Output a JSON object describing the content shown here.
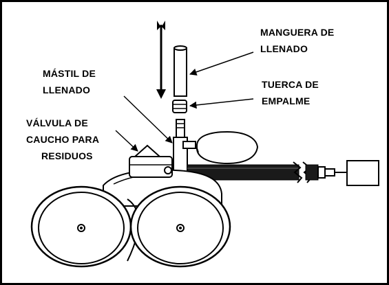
{
  "labels": {
    "fill_hose_line1": "MANGUERA DE",
    "fill_hose_line2": "LLENADO",
    "fill_mast_line1": "MÁSTIL DE",
    "fill_mast_line2": "LLENADO",
    "nut_line1": "TUERCA DE",
    "nut_line2": "EMPALME",
    "valve_line1": "VÁLVULA DE",
    "valve_line2": "CAUCHO PARA",
    "valve_line3": "RESIDUOS"
  },
  "colors": {
    "ink": "#000000",
    "paper": "#ffffff",
    "shade": "#e6e6e6"
  }
}
